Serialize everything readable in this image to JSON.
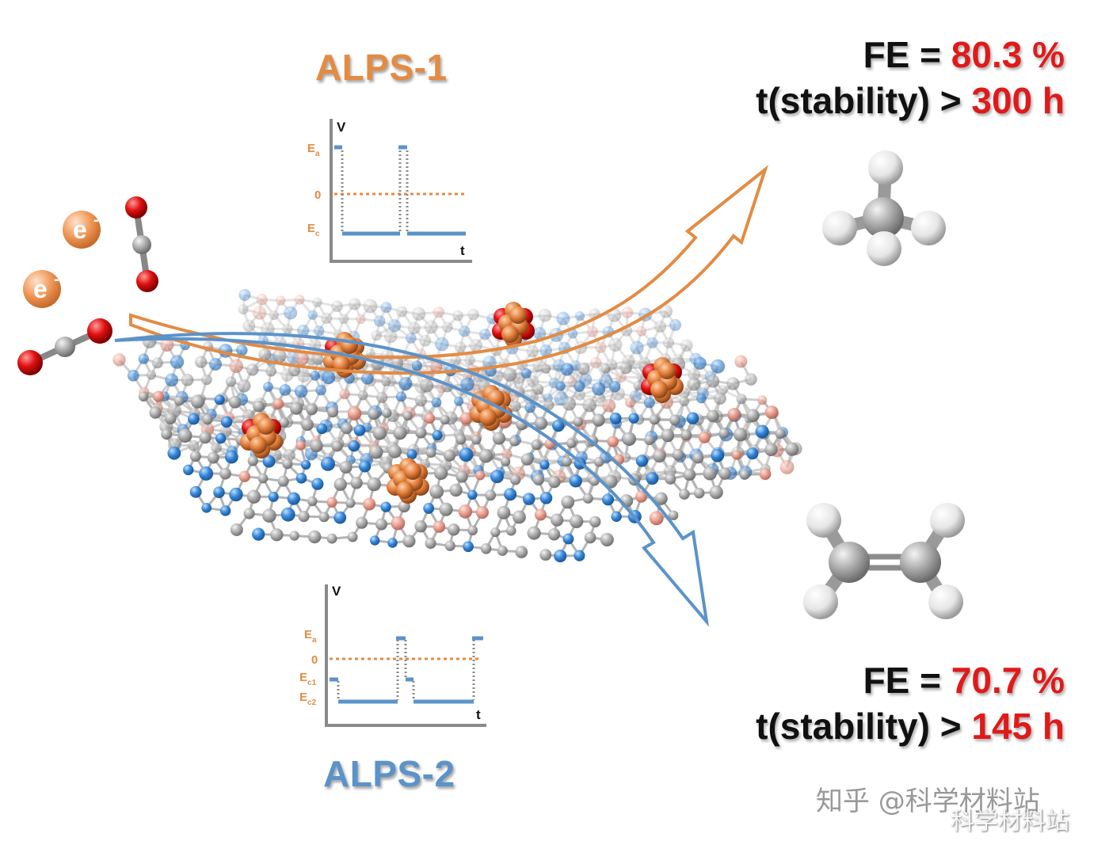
{
  "colors": {
    "orange": "#e38b43",
    "blue": "#5b93c9",
    "red_highlight": "#e01a1a",
    "carbon": "#9a9a9a",
    "nitrogen": "#2a7fd8",
    "boron": "#e8998a",
    "oxygen": "#dd1111",
    "hydrogen": "#f2f2f2",
    "cu_cluster": "#e07c3a"
  },
  "alps1": {
    "title": "ALPS-1"
  },
  "alps2": {
    "title": "ALPS-2"
  },
  "plot1": {
    "y_axis_label": "V",
    "x_axis_label": "t",
    "level_labels": {
      "ea": "E",
      "ea_sub": "a",
      "zero": "0",
      "ec": "E",
      "ec_sub": "c"
    }
  },
  "plot2": {
    "y_axis_label": "V",
    "x_axis_label": "t",
    "level_labels": {
      "ea": "E",
      "ea_sub": "a",
      "zero": "0",
      "ec1": "E",
      "ec1_sub": "c1",
      "ec2": "E",
      "ec2_sub": "c2"
    }
  },
  "electron_label": "e",
  "electron_sup": "-",
  "result_ch4": {
    "fe_prefix": "FE = ",
    "fe_value": "80.3 %",
    "stab_prefix": "t(stability) > ",
    "stab_value": "300 h"
  },
  "result_c2h4": {
    "fe_prefix": "FE = ",
    "fe_value": "70.7 %",
    "stab_prefix": "t(stability) > ",
    "stab_value": "145 h"
  },
  "watermarks": {
    "zhihu": "知乎 @科学材料站",
    "weibo": "科学材料站"
  }
}
